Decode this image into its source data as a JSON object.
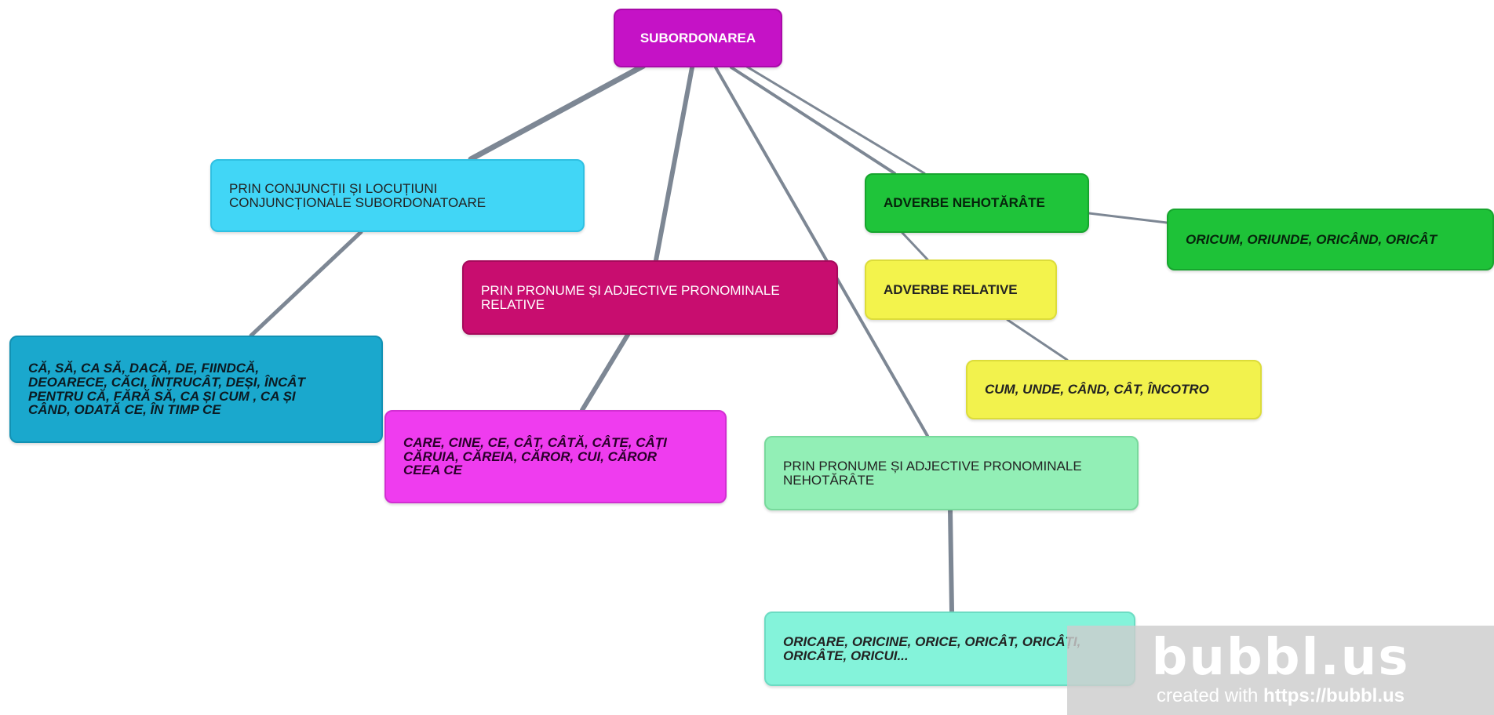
{
  "root": {
    "label": "SUBORDONAREA"
  },
  "nodes": {
    "conjunctii": {
      "label": "PRIN CONJUNCȚII ȘI LOCUȚIUNI\nCONJUNCȚIONALE SUBORDONATOARE"
    },
    "conjunctii_examples": {
      "label": "CĂ, SĂ, CA SĂ,  DACĂ, DE, FIINDCĂ,\nDEOARECE, CĂCI, ÎNTRUCÂT, DEȘI, ÎNCÂT\nPENTRU CĂ, FĂRĂ SĂ, CA ȘI CUM , CA ȘI\nCÂND, ODATĂ CE, ÎN TIMP CE"
    },
    "pronume_relative": {
      "label": "PRIN PRONUME ȘI ADJECTIVE PRONOMINALE\nRELATIVE"
    },
    "pronume_relative_examples": {
      "label": " CARE, CINE, CE, CÂT, CÂTĂ, CÂTE, CÂȚI\nCĂRUIA, CĂREIA, CĂROR, CUI, CĂROR\nCEEA CE"
    },
    "adverbe_nehotarate": {
      "label": "ADVERBE NEHOTĂRÂTE"
    },
    "adverbe_nehotarate_examples": {
      "label": "ORICUM, ORIUNDE, ORICÂND, ORICÂT"
    },
    "adverbe_relative": {
      "label": "ADVERBE RELATIVE"
    },
    "adverbe_relative_examples": {
      "label": "CUM, UNDE, CÂND, CÂT, ÎNCOTRO"
    },
    "pronume_nehotarate": {
      "label": "PRIN PRONUME ȘI ADJECTIVE PRONOMINALE\nNEHOTĂRÂTE"
    },
    "pronume_nehotarate_examples": {
      "label": "ORICARE, ORICINE, ORICE, ORICÂT, ORICÂȚI,\nORICÂTE, ORICUI..."
    }
  },
  "watermark": {
    "logo": "bubbl.us",
    "created_with": "created with",
    "url": "https://bubbl.us"
  },
  "colors": {
    "root": "#c512c6",
    "conjunctii": "#41d6f6",
    "conjunctii_examples": "#1aa8cd",
    "pronume_relative": "#c80d6f",
    "pronume_relative_examples": "#ef3cef",
    "adverbe_nehotarate": "#1fc43a",
    "adverbe_relative": "#f3f34c",
    "pronume_nehotarate": "#92efb6",
    "pronume_nehotarate_examples": "#84f3da",
    "connector": "#7d8794"
  }
}
